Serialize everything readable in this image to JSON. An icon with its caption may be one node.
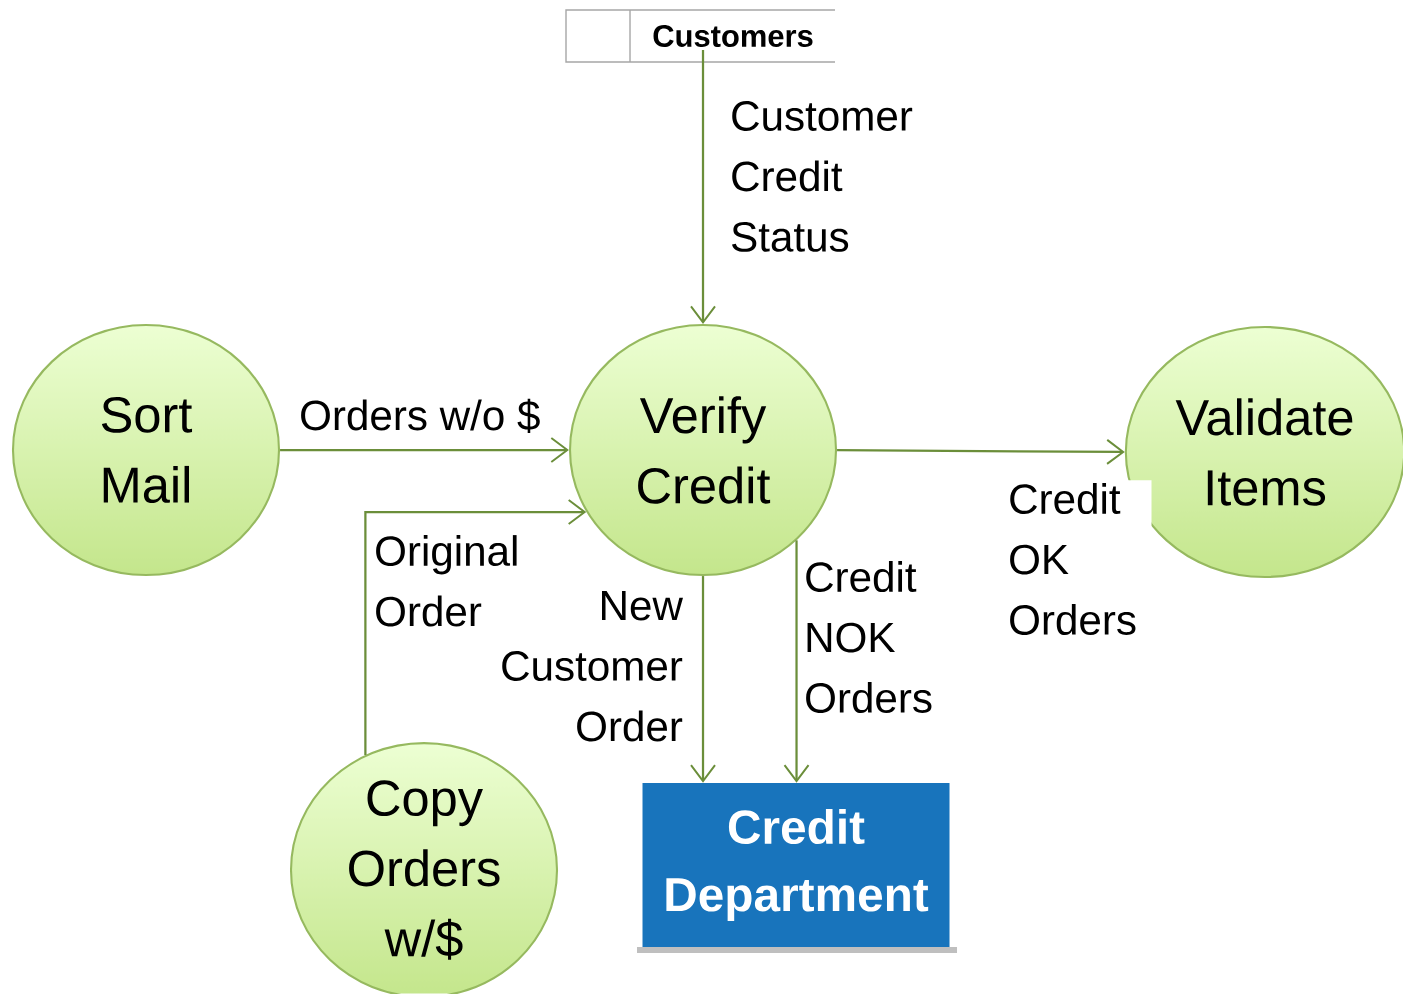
{
  "diagram": {
    "nodes": [
      {
        "text": [
          "Customers"
        ]
      },
      {
        "text": [
          "Sort Mail"
        ]
      },
      {
        "text": [
          "Verify Credit"
        ]
      },
      {
        "text": [
          "Validate Items"
        ]
      },
      {
        "text": [
          "Copy Orders w/$"
        ]
      },
      {
        "text": [
          "Credit Department"
        ]
      }
    ],
    "edges": [
      {
        "from": 0,
        "to": 2,
        "arrow": "to",
        "label": "Customer Credit Status"
      },
      {
        "from": 1,
        "to": 2,
        "arrow": "to",
        "label": "Orders w/o $"
      },
      {
        "from": 4,
        "to": 2,
        "arrow": "to",
        "label": "Original Order"
      },
      {
        "from": 2,
        "to": 3,
        "arrow": "to",
        "label": "Credit OK Orders"
      },
      {
        "from": 2,
        "to": 5,
        "arrow": "to",
        "label": "New Customer Order"
      },
      {
        "from": 2,
        "to": 5,
        "arrow": "to",
        "label": "Credit NOK Orders"
      }
    ]
  }
}
